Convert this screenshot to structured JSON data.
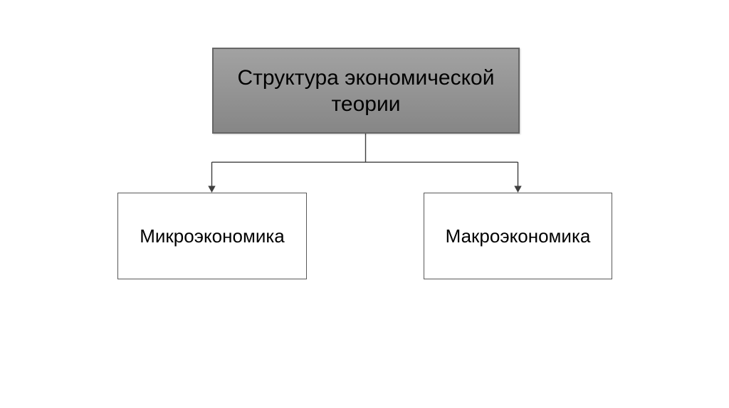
{
  "diagram": {
    "root": {
      "label": "Структура экономической теории"
    },
    "children": [
      {
        "label": "Микроэкономика"
      },
      {
        "label": "Макроэкономика"
      }
    ]
  },
  "colors": {
    "background": "#ffffff",
    "text": "#000000",
    "root_fill_top": "#a2a2a2",
    "root_fill_bottom": "#868686",
    "root_border": "#666666",
    "child_fill": "#ffffff",
    "child_border": "#595959",
    "connector": "#3f3f3f"
  }
}
